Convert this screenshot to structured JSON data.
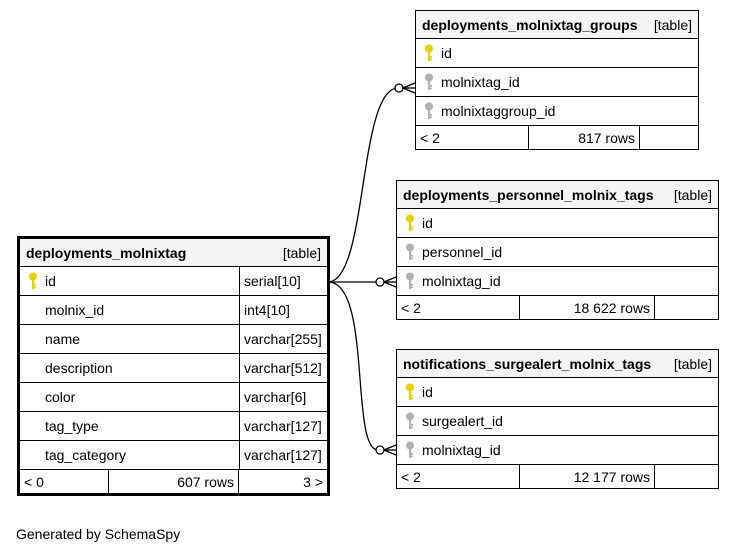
{
  "main_table": {
    "name": "deployments_molnixtag",
    "type_label": "[table]",
    "columns": [
      {
        "name": "id",
        "type": "serial[10]",
        "key": "primary"
      },
      {
        "name": "molnix_id",
        "type": "int4[10]",
        "key": "none"
      },
      {
        "name": "name",
        "type": "varchar[255]",
        "key": "none"
      },
      {
        "name": "description",
        "type": "varchar[512]",
        "key": "none"
      },
      {
        "name": "color",
        "type": "varchar[6]",
        "key": "none"
      },
      {
        "name": "tag_type",
        "type": "varchar[127]",
        "key": "none"
      },
      {
        "name": "tag_category",
        "type": "varchar[127]",
        "key": "none"
      }
    ],
    "footer": {
      "parents": "< 0",
      "rows": "607 rows",
      "children": "3 >"
    }
  },
  "related_tables": [
    {
      "name": "deployments_molnixtag_groups",
      "type_label": "[table]",
      "columns": [
        {
          "name": "id",
          "key": "primary"
        },
        {
          "name": "molnixtag_id",
          "key": "foreign"
        },
        {
          "name": "molnixtaggroup_id",
          "key": "foreign"
        }
      ],
      "footer": {
        "parents": "< 2",
        "rows": "817 rows",
        "children": ""
      }
    },
    {
      "name": "deployments_personnel_molnix_tags",
      "type_label": "[table]",
      "columns": [
        {
          "name": "id",
          "key": "primary"
        },
        {
          "name": "personnel_id",
          "key": "foreign"
        },
        {
          "name": "molnixtag_id",
          "key": "foreign"
        }
      ],
      "footer": {
        "parents": "< 2",
        "rows": "18 622 rows",
        "children": ""
      }
    },
    {
      "name": "notifications_surgealert_molnix_tags",
      "type_label": "[table]",
      "columns": [
        {
          "name": "id",
          "key": "primary"
        },
        {
          "name": "surgealert_id",
          "key": "foreign"
        },
        {
          "name": "molnixtag_id",
          "key": "foreign"
        }
      ],
      "footer": {
        "parents": "< 2",
        "rows": "12 177 rows",
        "children": ""
      }
    }
  ],
  "colors": {
    "primary_key": "#e6d000",
    "foreign_key": "#b0b0b0",
    "header_bg": "#f4f4f4"
  },
  "generated_by": "Generated by SchemaSpy"
}
